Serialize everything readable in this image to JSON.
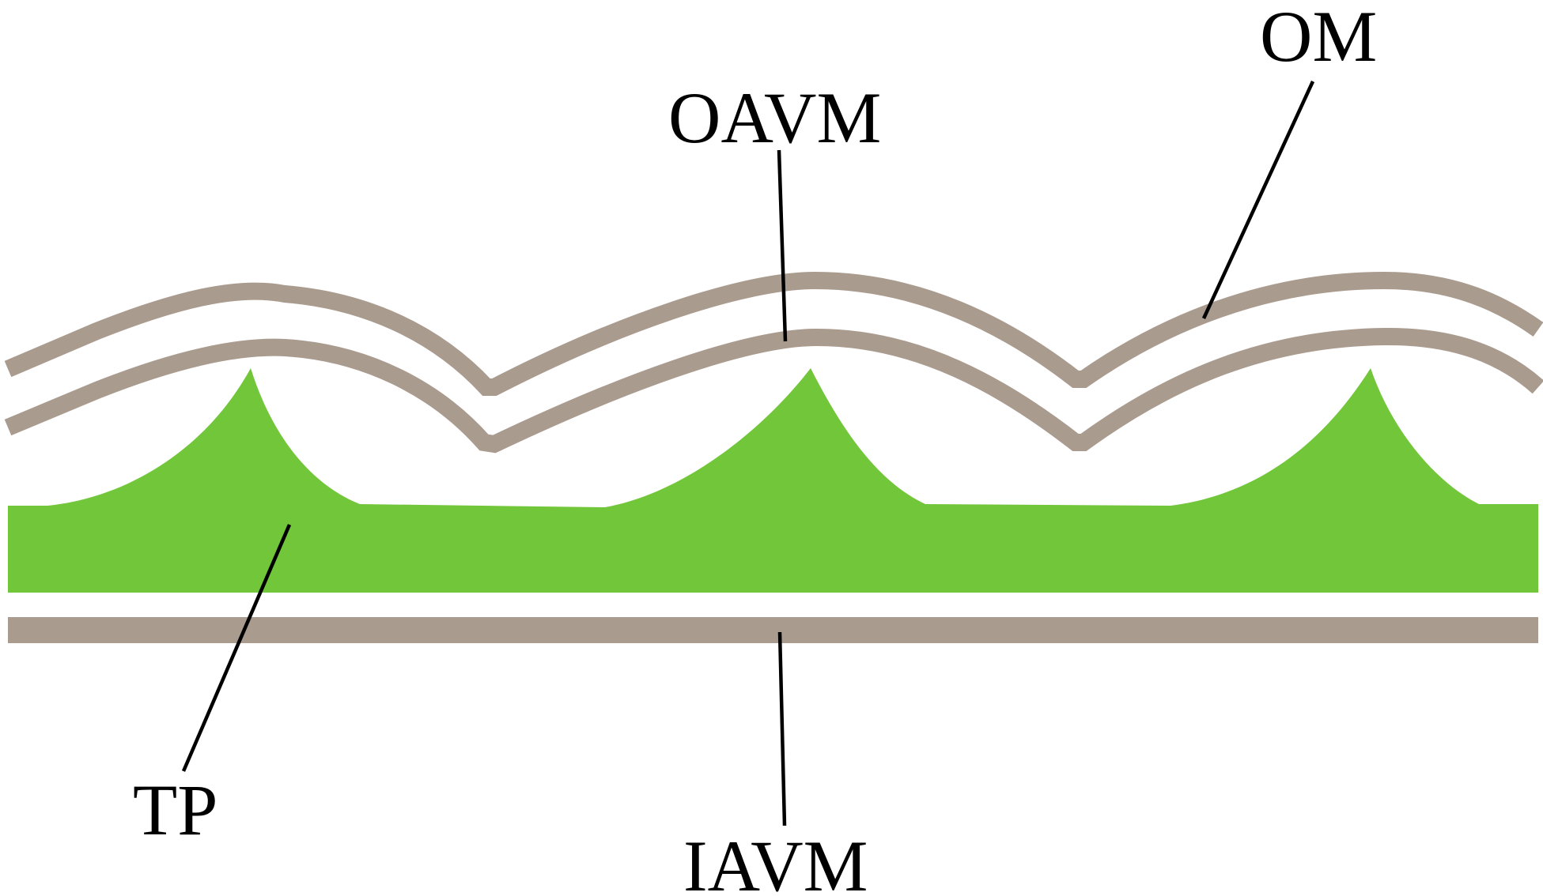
{
  "colors": {
    "membrane": "#AA9B8F",
    "tp": "#72C63A",
    "background": "#FFFFFF",
    "leader": "#000000"
  },
  "labels": {
    "om": "OM",
    "oavm": "OAVM",
    "tp": "TP",
    "iavm": "IAVM"
  }
}
